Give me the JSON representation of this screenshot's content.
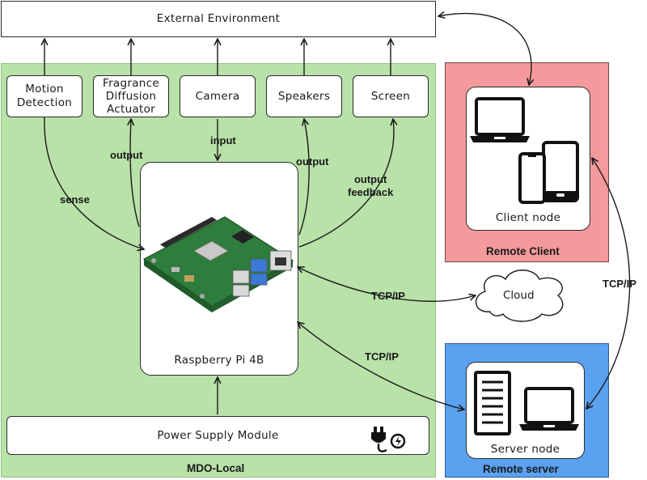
{
  "external_environment": {
    "label": "External Environment"
  },
  "local": {
    "label": "MDO-Local",
    "color": "#b8e2a8",
    "sensors": [
      {
        "label": "Motion\nDetection"
      },
      {
        "label": "Fragrance\nDiffusion\nActuator"
      },
      {
        "label": "Camera"
      },
      {
        "label": "Speakers"
      },
      {
        "label": "Screen"
      }
    ],
    "pi": {
      "label": "Raspberry Pi 4B"
    },
    "power": {
      "label": "Power Supply Module",
      "icon": "plug-icon"
    }
  },
  "edges": {
    "sense": "sense",
    "output_fragrance": "output",
    "input_camera": "input",
    "output_speakers": "output",
    "output_feedback": "output\nfeedback",
    "tcp_cloud": "TCP/IP",
    "tcp_server": "TCP/IP",
    "tcp_client_server": "TCP/IP"
  },
  "cloud": {
    "label": "Cloud"
  },
  "remote_client": {
    "label": "Remote Client",
    "node_label": "Client node",
    "color": "#f59a9c"
  },
  "remote_server": {
    "label": "Remote server",
    "node_label": "Server node",
    "color": "#5aa2f0"
  }
}
